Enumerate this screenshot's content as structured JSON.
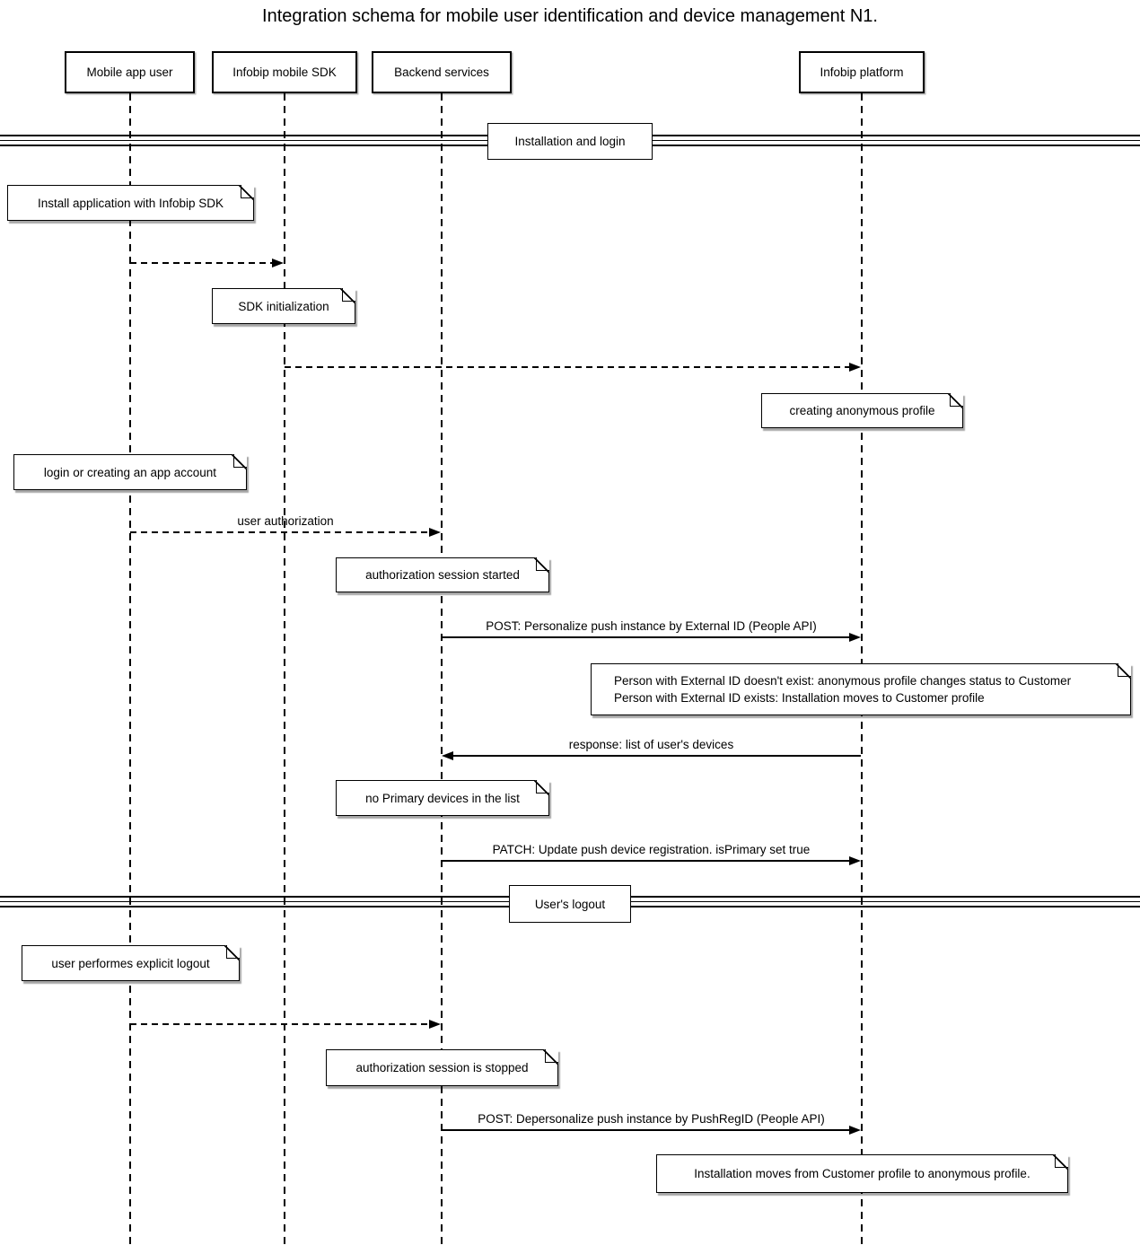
{
  "title": "Integration schema for mobile user identification and device management N1.",
  "colors": {
    "stroke": "#000000",
    "background": "#ffffff"
  },
  "diagram": {
    "actors": [
      {
        "id": "mobile-app-user",
        "label": "Mobile app user"
      },
      {
        "id": "infobip-mobile-sdk",
        "label": "Infobip mobile SDK"
      },
      {
        "id": "backend-services",
        "label": "Backend services"
      },
      {
        "id": "infobip-platform",
        "label": "Infobip platform"
      }
    ],
    "sections": [
      {
        "label": "Installation and login"
      },
      {
        "label": "User's logout"
      }
    ],
    "notes": [
      {
        "text": "Install application with Infobip SDK",
        "lifeline": "mobile-app-user"
      },
      {
        "text": "SDK initialization",
        "lifeline": "infobip-mobile-sdk"
      },
      {
        "text": "creating anonymous profile",
        "lifeline": "infobip-platform"
      },
      {
        "text": "login or creating an app account",
        "lifeline": "mobile-app-user"
      },
      {
        "text": "authorization session started",
        "lifeline": "backend-services"
      },
      {
        "lines": [
          "Person with External ID doesn't exist: anonymous profile changes status to Customer",
          "Person with External ID exists: Installation moves to Customer profile"
        ],
        "lifeline": "infobip-platform"
      },
      {
        "text": "no Primary devices in the list",
        "lifeline": "backend-services"
      },
      {
        "text": "user performes explicit logout",
        "lifeline": "mobile-app-user"
      },
      {
        "text": "authorization session is stopped",
        "lifeline": "backend-services"
      },
      {
        "text": "Installation moves from Customer profile to anonymous profile.",
        "lifeline": "infobip-platform"
      }
    ],
    "messages": [
      {
        "from": "mobile-app-user",
        "to": "infobip-mobile-sdk",
        "style": "dashed",
        "label": ""
      },
      {
        "from": "infobip-mobile-sdk",
        "to": "infobip-platform",
        "style": "dashed",
        "label": ""
      },
      {
        "from": "mobile-app-user",
        "to": "backend-services",
        "style": "dashed",
        "label": "user authorization"
      },
      {
        "from": "backend-services",
        "to": "infobip-platform",
        "style": "solid",
        "label": "POST: Personalize push instance by External ID (People API)"
      },
      {
        "from": "infobip-platform",
        "to": "backend-services",
        "style": "solid",
        "label": "response: list of user's devices"
      },
      {
        "from": "backend-services",
        "to": "infobip-platform",
        "style": "solid",
        "label": "PATCH: Update push device registration. isPrimary set true"
      },
      {
        "from": "mobile-app-user",
        "to": "backend-services",
        "style": "dashed",
        "label": ""
      },
      {
        "from": "backend-services",
        "to": "infobip-platform",
        "style": "solid",
        "label": "POST: Depersonalize push instance by PushRegID (People API)"
      }
    ]
  }
}
